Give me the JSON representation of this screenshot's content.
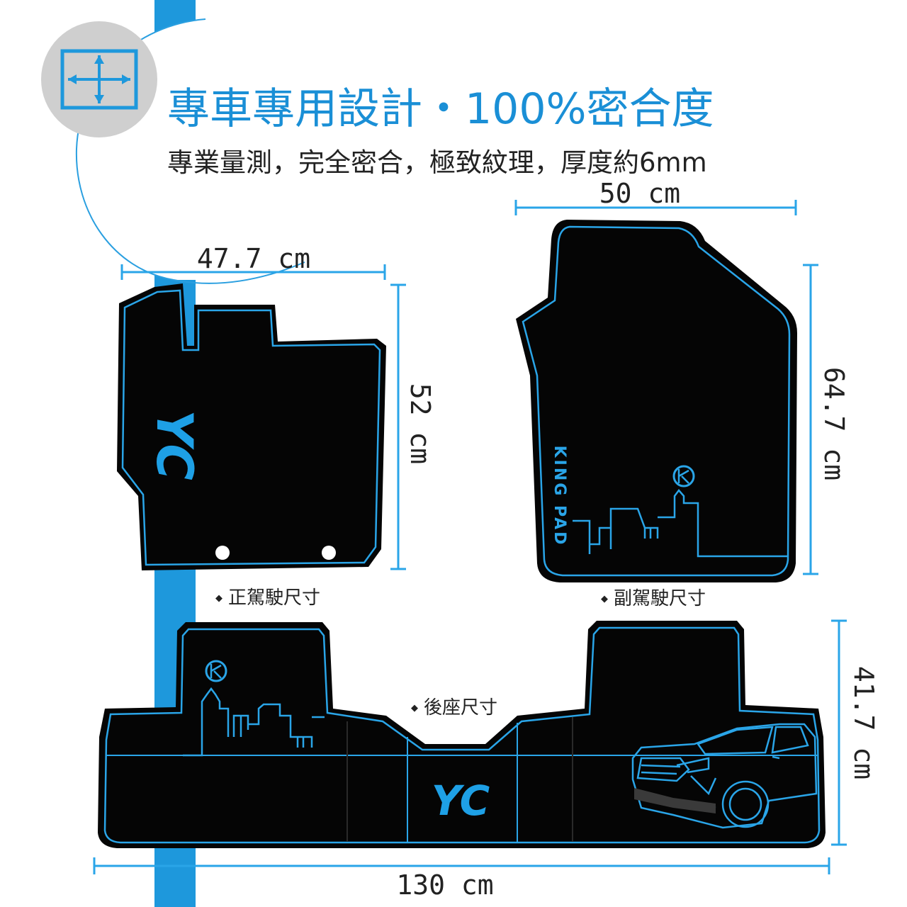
{
  "header": {
    "title": "專車專用設計・100%密合度",
    "subtitle": "專業量測，完全密合，極致紋理，厚度約6mm",
    "fit_icon": "expand-arrows-icon"
  },
  "dimensions": {
    "driver_width": "47.7 cm",
    "driver_length": "52 cm",
    "passenger_width": "50 cm",
    "passenger_length": "64.7 cm",
    "rear_width": "130 cm",
    "rear_length": "41.7 cm"
  },
  "labels": {
    "driver": "正駕駛尺寸",
    "passenger": "副駕駛尺寸",
    "rear": "後座尺寸"
  },
  "branding": {
    "logo_yc": "YC",
    "logo_yc_mirrored": "YC",
    "brand_vertical": "KING PAD"
  },
  "colors": {
    "accent": "#1ea0e6",
    "title": "#1a8fd6",
    "line": "#2aa5e8",
    "mat": "#050505",
    "text": "#222222",
    "badge": "#cfcfcf"
  }
}
